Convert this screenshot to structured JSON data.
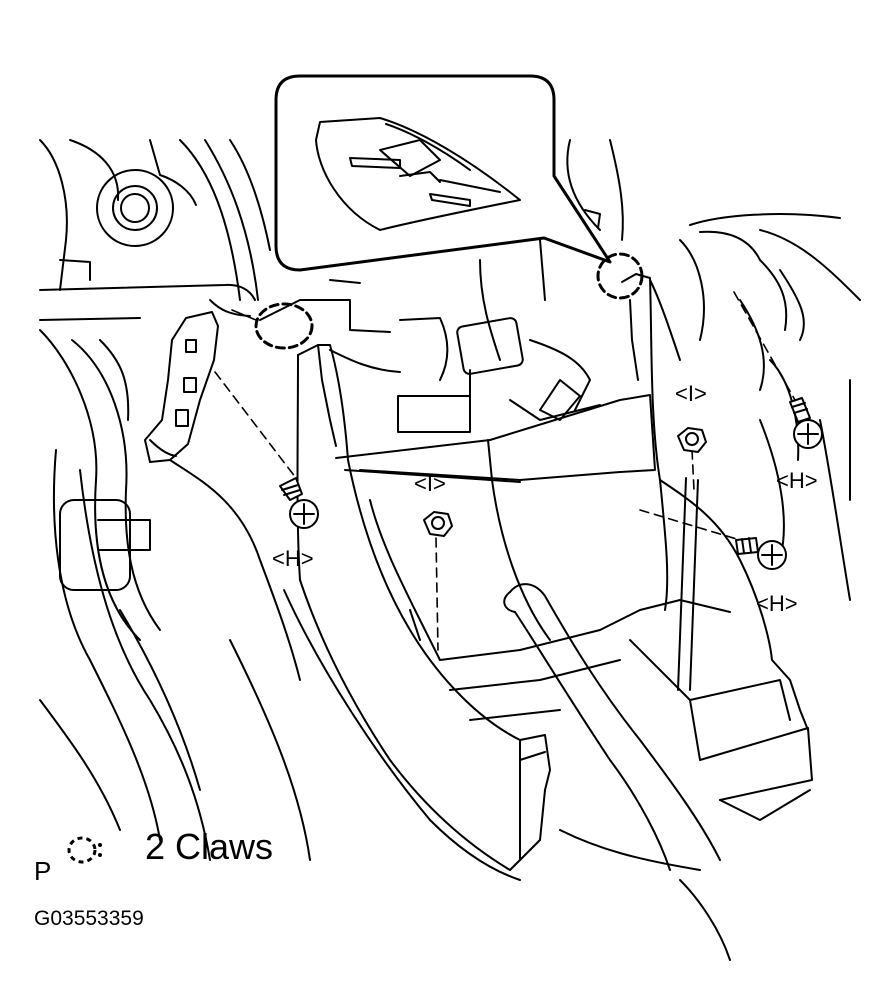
{
  "labels": {
    "h_left": "<H>",
    "h_right_upper": "<H>",
    "h_right_lower": "<H>",
    "i_center": "<I>",
    "i_right": "<I>"
  },
  "legend": {
    "letter": "P",
    "icon": "dashed-circle-icon",
    "text": "2 Claws"
  },
  "figure_id": "G03553359"
}
